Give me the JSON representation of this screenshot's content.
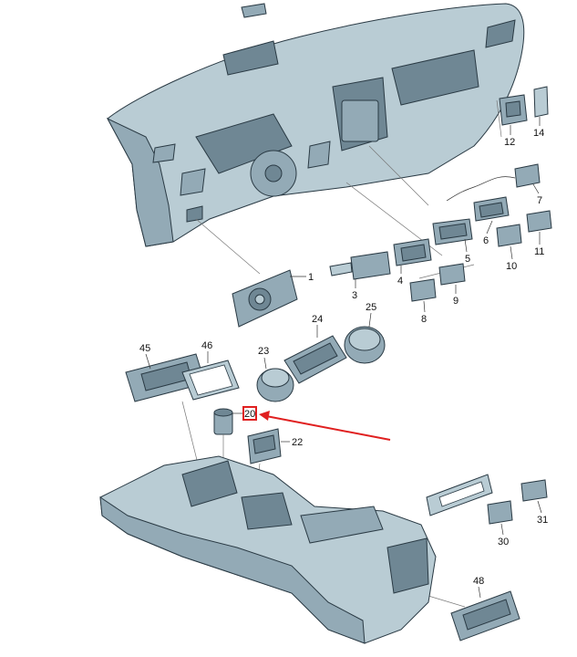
{
  "callouts": [
    "1",
    "3",
    "4",
    "5",
    "6",
    "7",
    "8",
    "9",
    "10",
    "11",
    "12",
    "14",
    "20",
    "22",
    "23",
    "24",
    "25",
    "30",
    "31",
    "45",
    "46",
    "48"
  ],
  "highlight": {
    "label": "20",
    "color": "#e02020"
  }
}
